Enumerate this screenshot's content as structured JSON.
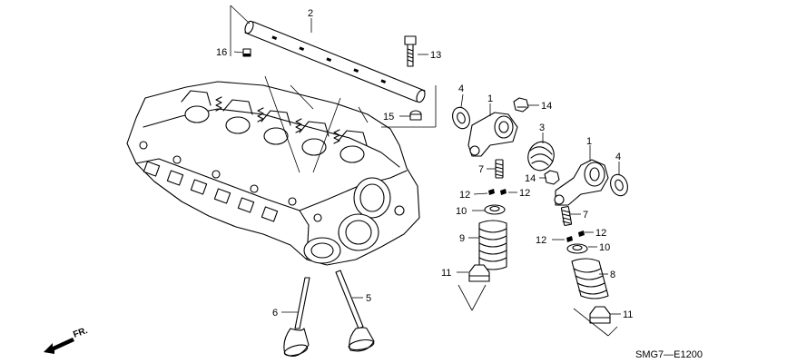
{
  "diagram": {
    "code": "SMG7—E1200",
    "front_marker": "FR.",
    "callouts": {
      "c1a": "1",
      "c1b": "1",
      "c2": "2",
      "c3": "3",
      "c4a": "4",
      "c4b": "4",
      "c5": "5",
      "c6": "6",
      "c7a": "7",
      "c7b": "7",
      "c8": "8",
      "c9": "9",
      "c10a": "10",
      "c10b": "10",
      "c11a": "11",
      "c11b": "11",
      "c12a": "12",
      "c12b": "12",
      "c12c": "12",
      "c12d": "12",
      "c13": "13",
      "c14a": "14",
      "c14b": "14",
      "c15": "15",
      "c16": "16"
    }
  }
}
